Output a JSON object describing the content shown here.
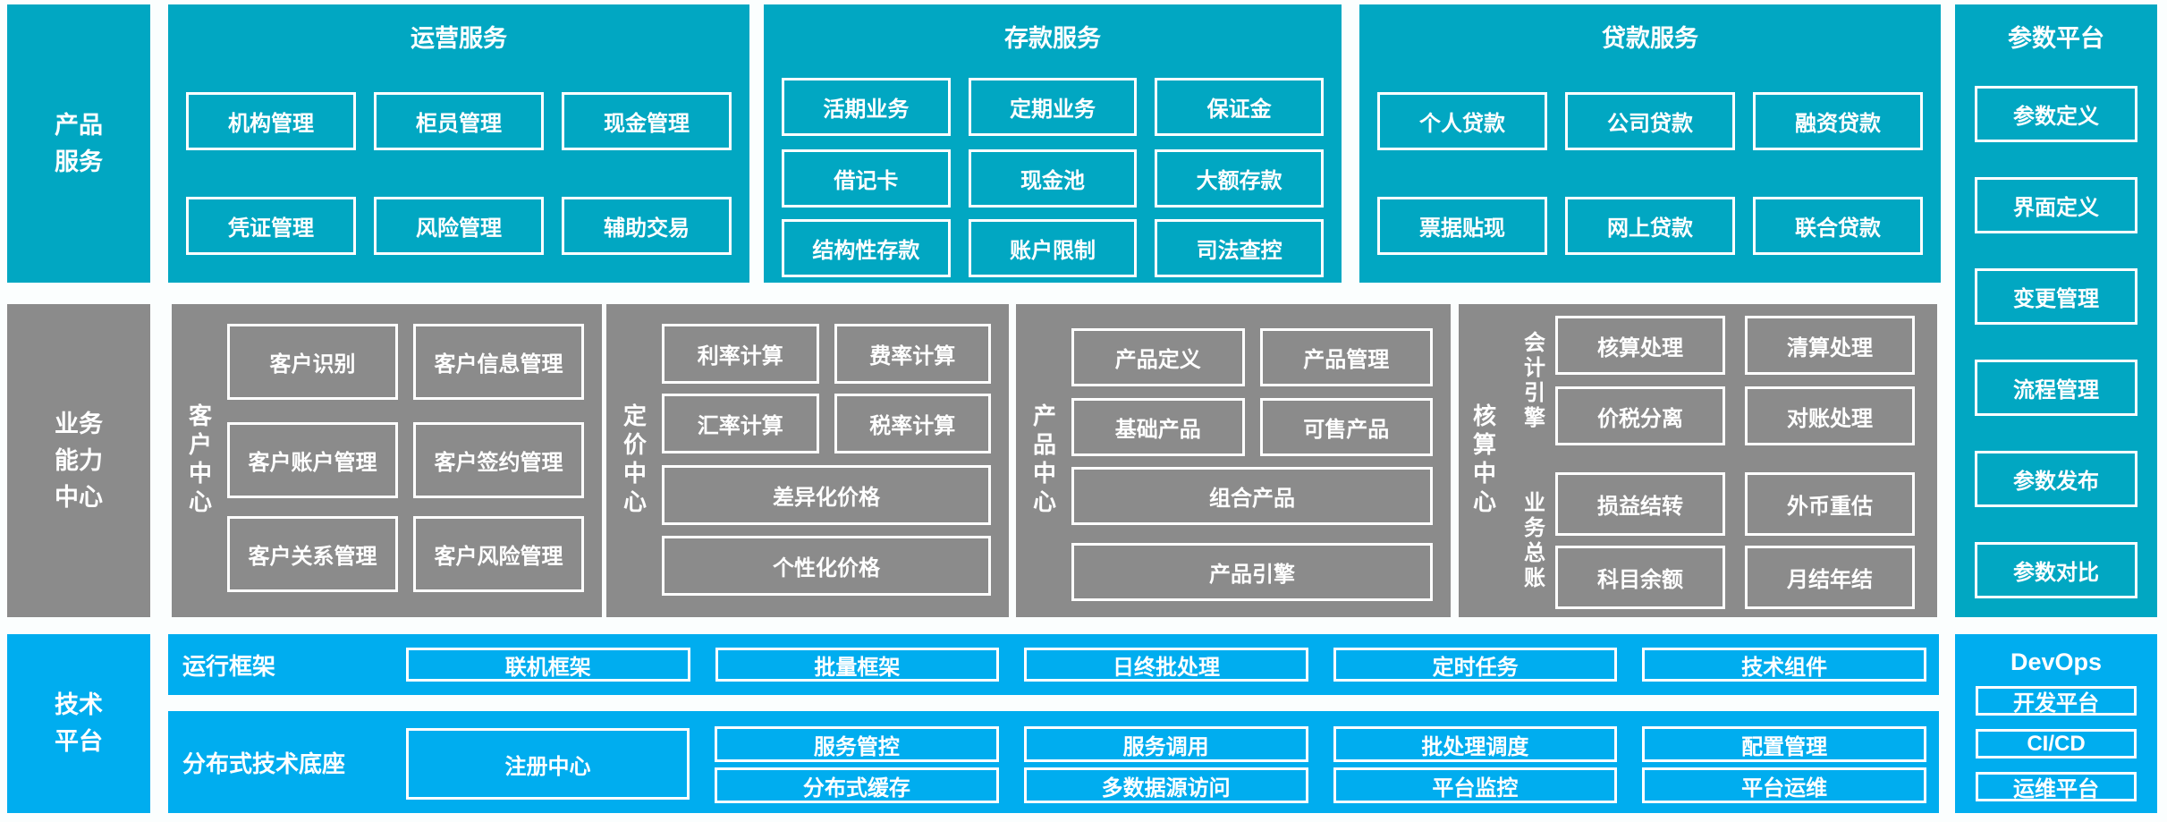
{
  "colors": {
    "teal": "#01A7C2",
    "gray": "#8B8B8B",
    "blue": "#00ADEF",
    "background": "#FBFEFE",
    "box_border": "#FFFFFF",
    "text": "#FFFFFF"
  },
  "top": {
    "sidebar": {
      "lines": [
        "产品",
        "服务"
      ]
    },
    "panels": [
      {
        "title": "运营服务",
        "rows": [
          [
            "机构管理",
            "柜员管理",
            "现金管理"
          ],
          [
            "凭证管理",
            "风险管理",
            "辅助交易"
          ]
        ]
      },
      {
        "title": "存款服务",
        "rows": [
          [
            "活期业务",
            "定期业务",
            "保证金"
          ],
          [
            "借记卡",
            "现金池",
            "大额存款"
          ],
          [
            "结构性存款",
            "账户限制",
            "司法查控"
          ]
        ]
      },
      {
        "title": "贷款服务",
        "rows": [
          [
            "个人贷款",
            "公司贷款",
            "融资贷款"
          ],
          [
            "票据贴现",
            "网上贷款",
            "联合贷款"
          ]
        ]
      }
    ]
  },
  "param_platform": {
    "title": "参数平台",
    "items": [
      "参数定义",
      "界面定义",
      "变更管理",
      "流程管理",
      "参数发布",
      "参数对比"
    ]
  },
  "middle": {
    "sidebar": {
      "lines": [
        "业务",
        "能力",
        "中心"
      ]
    },
    "customer": {
      "label": "客户中心",
      "rows": [
        [
          "客户识别",
          "客户信息管理"
        ],
        [
          "客户账户管理",
          "客户签约管理"
        ],
        [
          "客户关系管理",
          "客户风险管理"
        ]
      ]
    },
    "pricing": {
      "label": "定价中心",
      "rows": [
        [
          "利率计算",
          "费率计算"
        ],
        [
          "汇率计算",
          "税率计算"
        ]
      ],
      "wide": [
        "差异化价格",
        "个性化价格"
      ]
    },
    "product": {
      "label": "产品中心",
      "rows": [
        [
          "产品定义",
          "产品管理"
        ],
        [
          "基础产品",
          "可售产品"
        ]
      ],
      "wide": [
        "组合产品",
        "产品引擎"
      ]
    },
    "accounting": {
      "label": "核算中心",
      "groups": [
        {
          "label": "会计引擎",
          "rows": [
            [
              "核算处理",
              "清算处理"
            ],
            [
              "价税分离",
              "对账处理"
            ]
          ]
        },
        {
          "label": "业务总账",
          "rows": [
            [
              "损益结转",
              "外币重估"
            ],
            [
              "科目余额",
              "月结年结"
            ]
          ]
        }
      ]
    }
  },
  "bottom": {
    "sidebar": {
      "lines": [
        "技术",
        "平台"
      ]
    },
    "runtime": {
      "label": "运行框架",
      "items": [
        "联机框架",
        "批量框架",
        "日终批处理",
        "定时任务",
        "技术组件"
      ]
    },
    "distributed": {
      "label": "分布式技术底座",
      "registry": "注册中心",
      "grid": [
        [
          "服务管控",
          "服务调用",
          "批处理调度",
          "配置管理"
        ],
        [
          "分布式缓存",
          "多数据源访问",
          "平台监控",
          "平台运维"
        ]
      ]
    },
    "devops": {
      "title": "DevOps",
      "items": [
        "开发平台",
        "CI/CD",
        "运维平台"
      ]
    }
  }
}
